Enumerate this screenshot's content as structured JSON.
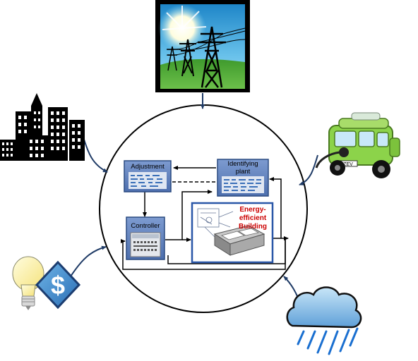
{
  "blocks": {
    "adjustment": "Adjustment",
    "identifying": [
      "Identifying",
      "plant"
    ],
    "controller": "Controller",
    "building": [
      "Energy-",
      "efficient",
      "Building"
    ]
  },
  "icons": {
    "top": "power-transmission-tower-icon",
    "left_top": "city-buildings-icon",
    "left_bottom": "light-bulb-dollar-icon",
    "right_top": "electric-car-charging-icon",
    "right_bottom": "rain-cloud-icon"
  },
  "car_plate": "ZEV",
  "colors": {
    "accent_text": "#cc0000",
    "arrow": "#1f3b66",
    "block_fill": "#5b7fb8",
    "building_border": "#2a57a8"
  }
}
